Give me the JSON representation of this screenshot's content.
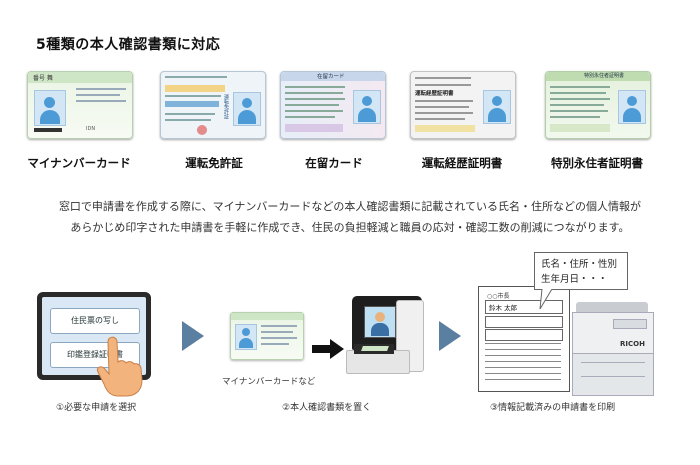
{
  "title": "5種類の本人確認書類に対応",
  "documents": [
    {
      "label": "マイナンバーカード"
    },
    {
      "label": "運転免許証"
    },
    {
      "label": "在留カード"
    },
    {
      "label": "運転経歴証明書"
    },
    {
      "label": "特別永住者証明書"
    }
  ],
  "card_text": {
    "mynumber_name": "番号 舞",
    "license_title": "運転免許証",
    "residence_title": "在留カード",
    "career_title": "運転経歴証明書",
    "permanent_title": "特別永住者証明書",
    "mynumber_logo": "IDN"
  },
  "description": {
    "line1": "窓口で申請書を作成する際に、マイナンバーカードなどの本人確認書類に記載されている氏名・住所などの個人情報が",
    "line2": "あらかじめ印字された申請書を手軽に作成でき、住民の負担軽減と職員の応対・確認工数の削減につながります。"
  },
  "tablet": {
    "button1": "住民票の写し",
    "button2": "印鑑登録証明書"
  },
  "card_caption": "マイナンバーカードなど",
  "bubble": {
    "line1": "氏名・住所・性別",
    "line2": "生年月日・・・"
  },
  "form": {
    "header": "○○市長",
    "name": "鈴木 太郎"
  },
  "printer_brand": "RICOH",
  "steps": [
    {
      "label": "①必要な申請を選択"
    },
    {
      "label": "②本人確認書類を置く"
    },
    {
      "label": "③情報記載済みの申請書を印刷"
    }
  ],
  "colors": {
    "arrow": "#5a7fa0",
    "tablet_bg": "#d9e8f4",
    "kiosk_black": "#1e1e1e"
  }
}
